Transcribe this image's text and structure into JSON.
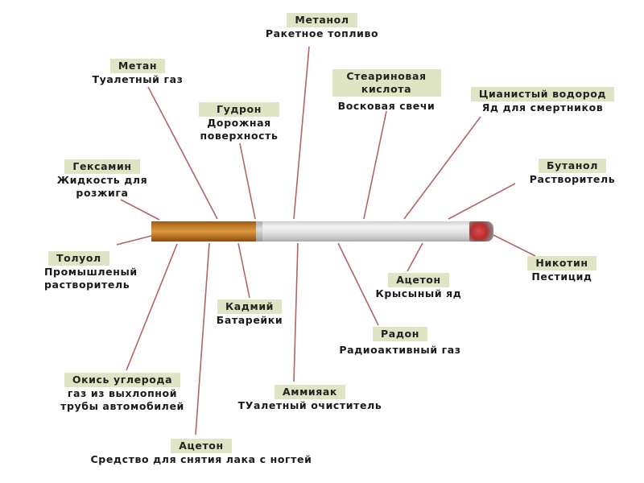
{
  "labels": [
    {
      "name": "Метанол",
      "desc": [
        "Ракетное топливо"
      ]
    },
    {
      "name": "Метан",
      "desc": [
        "Туалетный газ"
      ]
    },
    {
      "name": "Стеариновая кислота",
      "desc": [
        "Восковая свечи"
      ]
    },
    {
      "name": "Цианистый водород",
      "desc": [
        "Яд для смертников"
      ]
    },
    {
      "name": "Гудрон",
      "desc": [
        "Дорожная",
        "поверхность"
      ]
    },
    {
      "name": "Гексамин",
      "desc": [
        "Жидкость для",
        "розжига"
      ]
    },
    {
      "name": "Бутанол",
      "desc": [
        "Растворитель"
      ]
    },
    {
      "name": "Толуол",
      "desc": [
        "Промышленый",
        "растворитель"
      ]
    },
    {
      "name": "Никотин",
      "desc": [
        "Пестицид"
      ]
    },
    {
      "name": "Ацетон",
      "desc": [
        "Крысыный яд"
      ]
    },
    {
      "name": "Кадмий",
      "desc": [
        "Батарейки"
      ]
    },
    {
      "name": "Радон",
      "desc": [
        "Радиоактивный газ"
      ]
    },
    {
      "name": "Окись углерода",
      "desc": [
        "газ из выхлопной",
        "трубы автомобилей"
      ]
    },
    {
      "name": "Аммияак",
      "desc": [
        "ТУалетный очиститель"
      ]
    },
    {
      "name": "Ацетон",
      "desc": [
        "Средство для снятия лака с ногтей"
      ]
    }
  ],
  "colors": {
    "label_bg": "#dfe5c4",
    "line": "#b26464"
  }
}
